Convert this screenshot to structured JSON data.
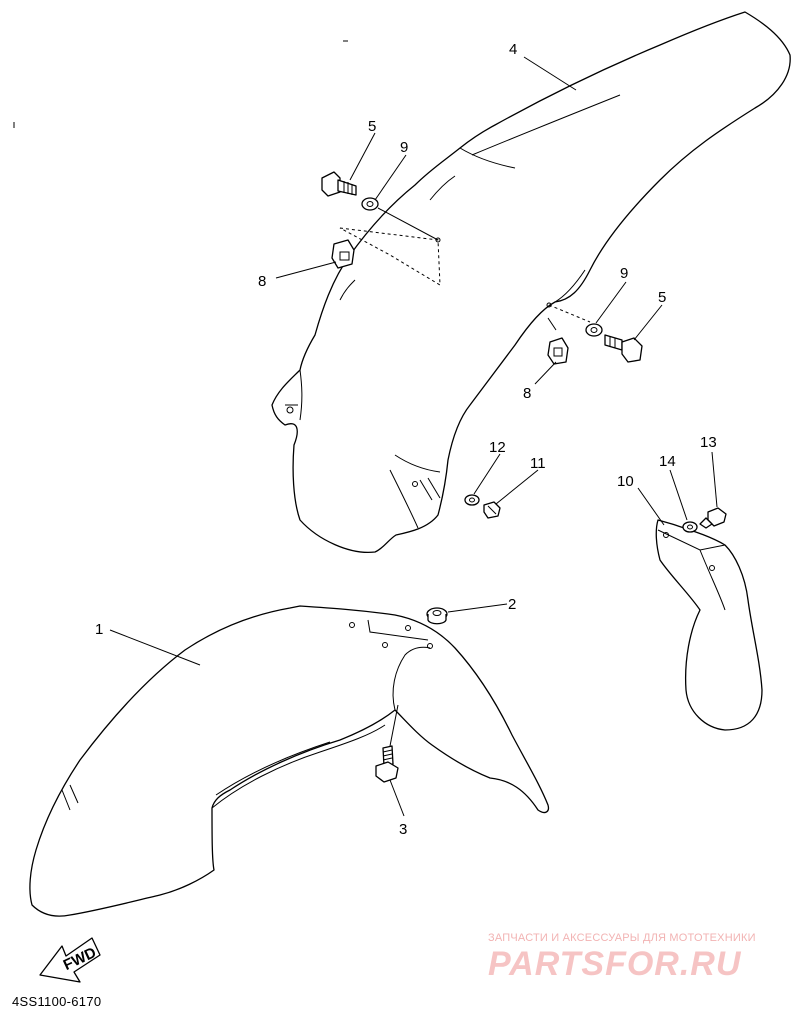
{
  "callouts": {
    "c1": "1",
    "c2": "2",
    "c3": "3",
    "c4": "4",
    "c5a": "5",
    "c5b": "5",
    "c8a": "8",
    "c8b": "8",
    "c9a": "9",
    "c9b": "9",
    "c10": "10",
    "c11": "11",
    "c12": "12",
    "c13": "13",
    "c14": "14"
  },
  "fwd_label": "FWD",
  "diagram_code": "4SS1100-6170",
  "watermark": {
    "tagline": "ЗАПЧАСТИ И АКСЕССУАРЫ ДЛЯ МОТОТЕХНИКИ",
    "logo": "PARTSFOR.RU"
  }
}
